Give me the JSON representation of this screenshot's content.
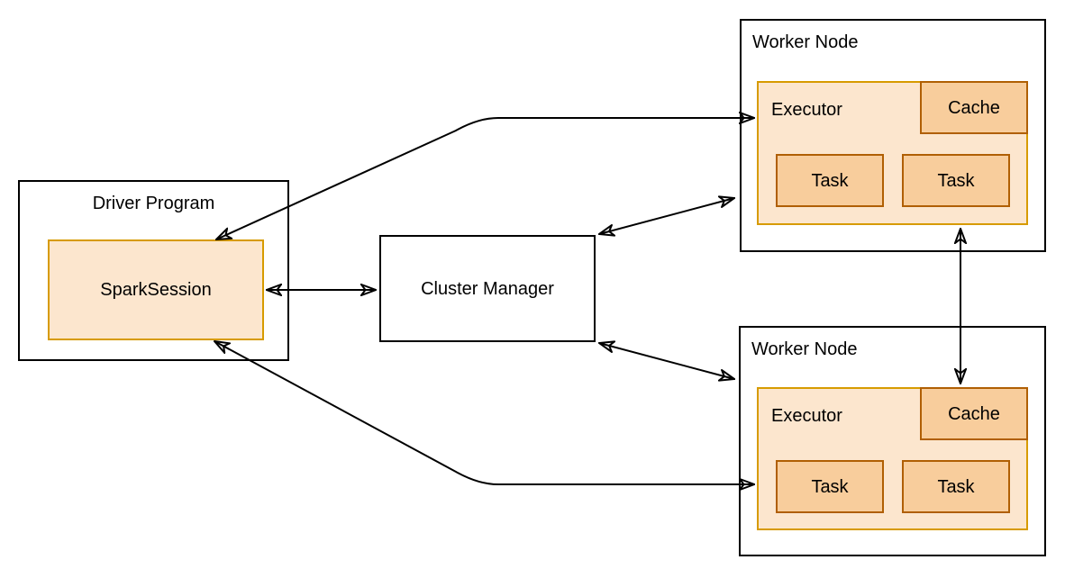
{
  "colors": {
    "canvas_bg": "#FFFFFF",
    "outline": "#000000",
    "arrow": "#000000",
    "executor_fill": "#FCE6CE",
    "executor_stroke": "#D79B00",
    "cell_fill": "#F8CD9C",
    "cell_stroke": "#B05F03"
  },
  "driver_program": {
    "label": "Driver Program",
    "spark_session": {
      "label": "SparkSession"
    }
  },
  "cluster_manager": {
    "label": "Cluster Manager"
  },
  "worker_nodes": [
    {
      "label": "Worker Node",
      "executor": {
        "label": "Executor",
        "cache": {
          "label": "Cache"
        },
        "tasks": [
          {
            "label": "Task"
          },
          {
            "label": "Task"
          }
        ]
      }
    },
    {
      "label": "Worker Node",
      "executor": {
        "label": "Executor",
        "cache": {
          "label": "Cache"
        },
        "tasks": [
          {
            "label": "Task"
          },
          {
            "label": "Task"
          }
        ]
      }
    }
  ],
  "connections": [
    {
      "from": "SparkSession",
      "to": "Worker Node 1 Executor",
      "bidirectional": true
    },
    {
      "from": "SparkSession",
      "to": "Cluster Manager",
      "bidirectional": true
    },
    {
      "from": "SparkSession",
      "to": "Worker Node 2 Executor",
      "bidirectional": true
    },
    {
      "from": "Cluster Manager",
      "to": "Worker Node 1",
      "bidirectional": true
    },
    {
      "from": "Cluster Manager",
      "to": "Worker Node 2",
      "bidirectional": true
    },
    {
      "from": "Worker Node 1 Executor",
      "to": "Worker Node 2 Cache",
      "bidirectional": true
    }
  ]
}
